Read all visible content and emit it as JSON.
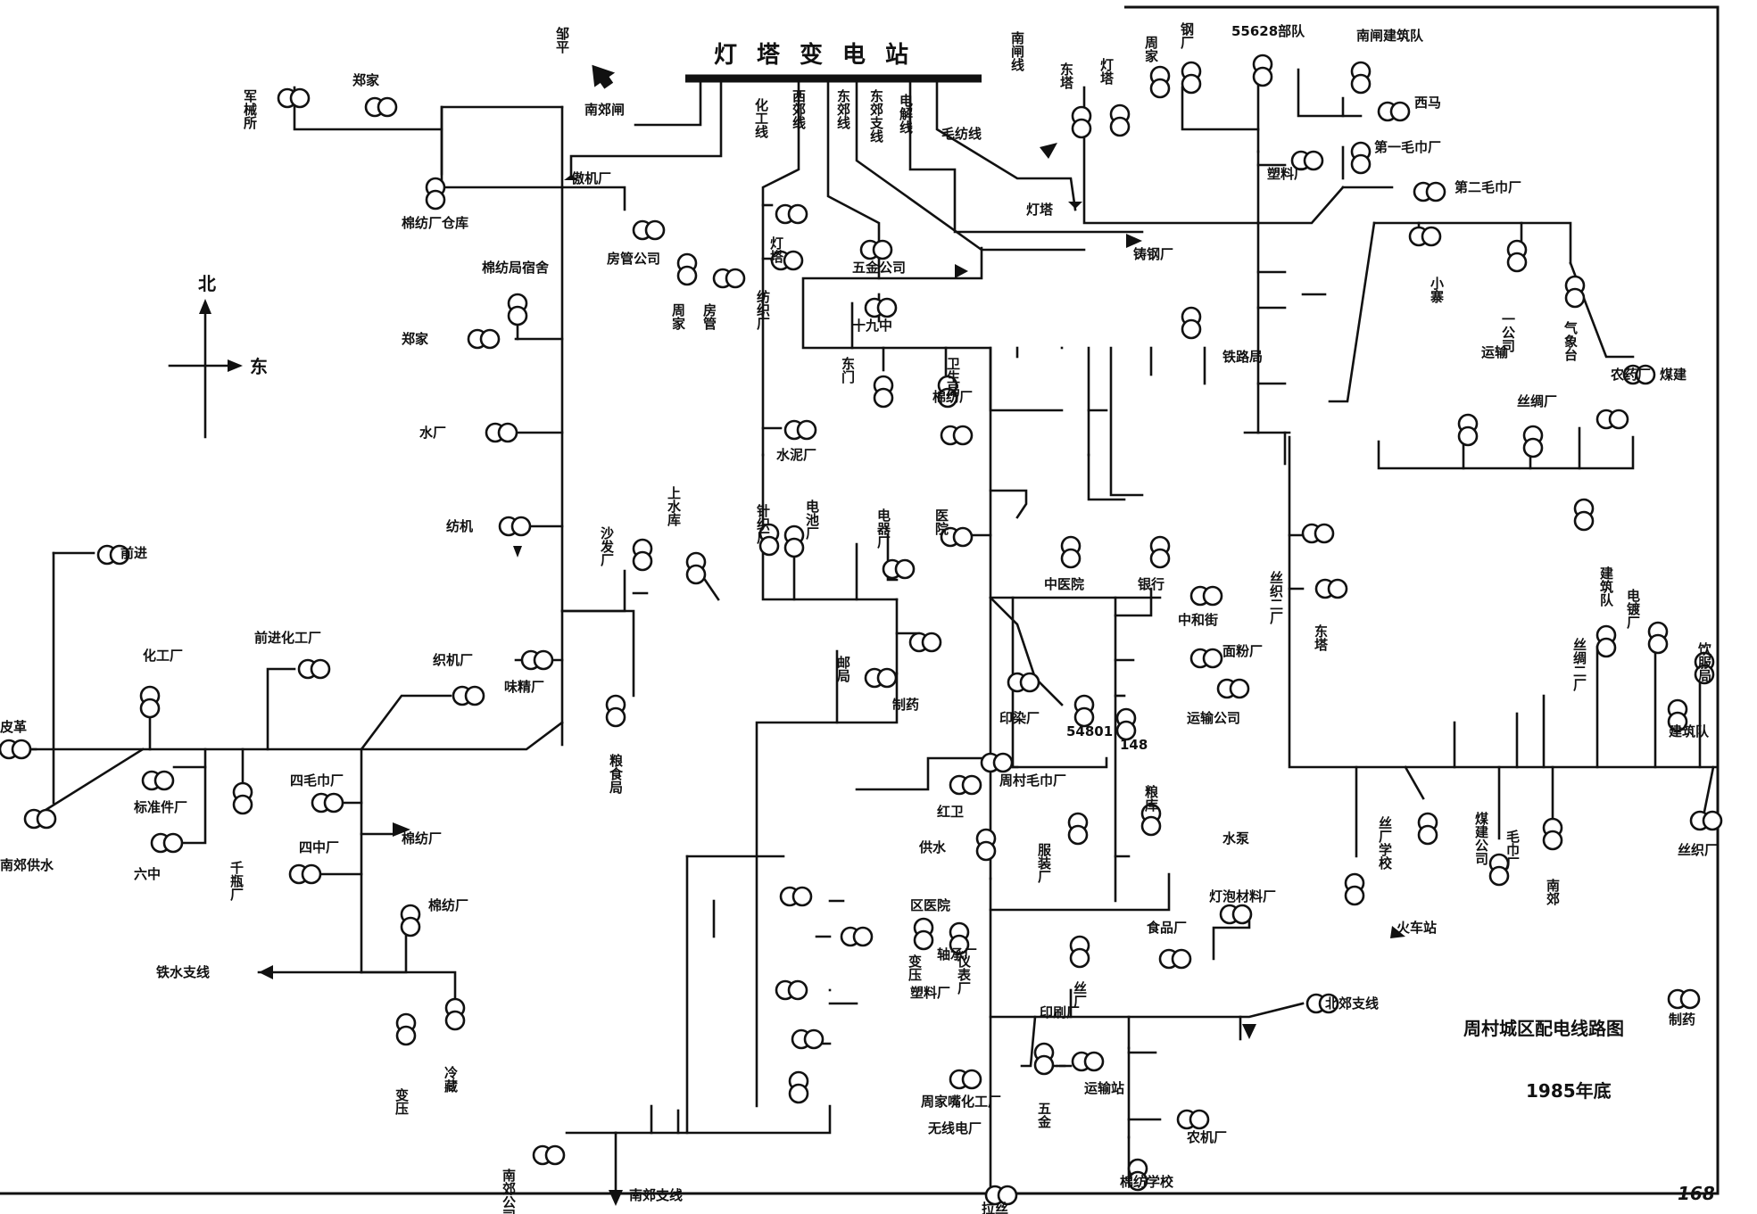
{
  "title": "周村城区配电线路图",
  "date": "1985年底",
  "page_number": "168",
  "compass": {
    "north": "北",
    "east": "东"
  },
  "substation": "灯塔变电站",
  "colors": {
    "ink": "#111111",
    "paper": "#ffffff"
  },
  "icons": {
    "transformer": "double-circle-transformer-icon",
    "direction": "arrow-icon"
  },
  "feeders": [
    {
      "id": "f1",
      "label": "化工线"
    },
    {
      "id": "f2",
      "label": "西郊线"
    },
    {
      "id": "f3",
      "label": "东郊线"
    },
    {
      "id": "f4",
      "label": "东郊支线"
    },
    {
      "id": "f5",
      "label": "电解线"
    },
    {
      "id": "f6",
      "label": "毛纺线"
    },
    {
      "id": "f7",
      "label": "南闸线"
    }
  ],
  "outgoing_labels": [
    {
      "id": "o1",
      "label": "邹平"
    },
    {
      "id": "o2",
      "label": "南郊闸"
    },
    {
      "id": "o3",
      "label": "傲机厂"
    },
    {
      "id": "o4",
      "label": "铸钢厂"
    },
    {
      "id": "o5",
      "label": "棉纺厂"
    },
    {
      "id": "o6",
      "label": "铁水支线"
    },
    {
      "id": "o7",
      "label": "南郊支线"
    },
    {
      "id": "o8",
      "label": "水泵"
    },
    {
      "id": "o9",
      "label": "灯塔"
    },
    {
      "id": "o10",
      "label": "火车站"
    }
  ],
  "stations": [
    {
      "id": "s1",
      "label": "军械所"
    },
    {
      "id": "s2",
      "label": "郑家"
    },
    {
      "id": "s3",
      "label": "棉纺厂仓库"
    },
    {
      "id": "s4",
      "label": "棉纺局宿舍"
    },
    {
      "id": "s5",
      "label": "郑家"
    },
    {
      "id": "s6",
      "label": "水厂"
    },
    {
      "id": "s7",
      "label": "纺机"
    },
    {
      "id": "s8",
      "label": "前进"
    },
    {
      "id": "s9",
      "label": "化工厂"
    },
    {
      "id": "s10",
      "label": "前进化工厂"
    },
    {
      "id": "s11",
      "label": "织机厂"
    },
    {
      "id": "s12",
      "label": "味精厂"
    },
    {
      "id": "s13",
      "label": "皮革"
    },
    {
      "id": "s14",
      "label": "南郊供水"
    },
    {
      "id": "s15",
      "label": "标准件厂"
    },
    {
      "id": "s16",
      "label": "六中"
    },
    {
      "id": "s17",
      "label": "千瓶厂"
    },
    {
      "id": "s18",
      "label": "四毛巾厂"
    },
    {
      "id": "s19",
      "label": "四中厂"
    },
    {
      "id": "s20",
      "label": "棉纺厂"
    },
    {
      "id": "s21",
      "label": "变压"
    },
    {
      "id": "s22",
      "label": "冷藏"
    },
    {
      "id": "s23",
      "label": "沙发厂"
    },
    {
      "id": "s24",
      "label": "粮食局"
    },
    {
      "id": "s25",
      "label": "房管公司"
    },
    {
      "id": "s26",
      "label": "周家"
    },
    {
      "id": "s27",
      "label": "房管"
    },
    {
      "id": "s28",
      "label": "灯塔"
    },
    {
      "id": "s29",
      "label": "纺织厂"
    },
    {
      "id": "s30",
      "label": "水泥厂"
    },
    {
      "id": "s31",
      "label": "上水库"
    },
    {
      "id": "s32",
      "label": "针织厂"
    },
    {
      "id": "s33",
      "label": "电池厂"
    },
    {
      "id": "s34",
      "label": "电器厂"
    },
    {
      "id": "s35",
      "label": "邮局"
    },
    {
      "id": "s36",
      "label": "制药"
    },
    {
      "id": "s37",
      "label": "卫生局"
    },
    {
      "id": "s38",
      "label": "五金公司"
    },
    {
      "id": "s39",
      "label": "十九中"
    },
    {
      "id": "s40",
      "label": "东门"
    },
    {
      "id": "s41",
      "label": "医院"
    },
    {
      "id": "s42",
      "label": "棉纺厂"
    },
    {
      "id": "s43",
      "label": "印染厂"
    },
    {
      "id": "s44",
      "label": "54801"
    },
    {
      "id": "s45",
      "label": "148"
    },
    {
      "id": "s46",
      "label": "中医院"
    },
    {
      "id": "s47",
      "label": "银行"
    },
    {
      "id": "s48",
      "label": "中和街"
    },
    {
      "id": "s49",
      "label": "面粉厂"
    },
    {
      "id": "s50",
      "label": "运输公司"
    },
    {
      "id": "s51",
      "label": "周村毛巾厂"
    },
    {
      "id": "s52",
      "label": "红卫"
    },
    {
      "id": "s53",
      "label": "供水"
    },
    {
      "id": "s54",
      "label": "粮库"
    },
    {
      "id": "s55",
      "label": "服装厂"
    },
    {
      "id": "s56",
      "label": "区医院"
    },
    {
      "id": "s57",
      "label": "轴承厂"
    },
    {
      "id": "s58",
      "label": "塑料厂"
    },
    {
      "id": "s59",
      "label": "印刷厂"
    },
    {
      "id": "s60",
      "label": "无线电厂"
    },
    {
      "id": "s61",
      "label": "变压"
    },
    {
      "id": "s62",
      "label": "周家嘴化工厂"
    },
    {
      "id": "s63",
      "label": "仪表厂"
    },
    {
      "id": "s64",
      "label": "食品厂"
    },
    {
      "id": "s65",
      "label": "灯泡材料厂"
    },
    {
      "id": "s66",
      "label": "丝厂"
    },
    {
      "id": "s67",
      "label": "运输站"
    },
    {
      "id": "s68",
      "label": "五金"
    },
    {
      "id": "s69",
      "label": "棉纺学校"
    },
    {
      "id": "s70",
      "label": "农机厂"
    },
    {
      "id": "s71",
      "label": "拉丝"
    },
    {
      "id": "s72",
      "label": "南郊公司"
    },
    {
      "id": "s73",
      "label": "北郊支线"
    },
    {
      "id": "s74",
      "label": "55628部队"
    },
    {
      "id": "s75",
      "label": "南闸建筑队"
    },
    {
      "id": "s76",
      "label": "西马"
    },
    {
      "id": "s77",
      "label": "第一毛巾厂"
    },
    {
      "id": "s78",
      "label": "第二毛巾厂"
    },
    {
      "id": "s79",
      "label": "塑料厂"
    },
    {
      "id": "s80",
      "label": "东塔"
    },
    {
      "id": "s81",
      "label": "灯塔"
    },
    {
      "id": "s82",
      "label": "周家"
    },
    {
      "id": "s83",
      "label": "钢厂"
    },
    {
      "id": "s84",
      "label": "铁路局"
    },
    {
      "id": "s85",
      "label": "小寨"
    },
    {
      "id": "s86",
      "label": "一公司"
    },
    {
      "id": "s87",
      "label": "气象台"
    },
    {
      "id": "s88",
      "label": "煤建"
    },
    {
      "id": "s89",
      "label": "运输"
    },
    {
      "id": "s90",
      "label": "丝绸厂"
    },
    {
      "id": "s91",
      "label": "农药厂"
    },
    {
      "id": "s92",
      "label": "建筑队"
    },
    {
      "id": "s93",
      "label": "丝绸二厂"
    },
    {
      "id": "s94",
      "label": "电镀厂"
    },
    {
      "id": "s95",
      "label": "饮服局"
    },
    {
      "id": "s96",
      "label": "建筑队"
    },
    {
      "id": "s97",
      "label": "丝厂学校"
    },
    {
      "id": "s98",
      "label": "煤建公司"
    },
    {
      "id": "s99",
      "label": "毛巾厂"
    },
    {
      "id": "s100",
      "label": "南郊"
    },
    {
      "id": "s101",
      "label": "丝织厂"
    },
    {
      "id": "s102",
      "label": "丝织二厂"
    },
    {
      "id": "s103",
      "label": "东塔"
    },
    {
      "id": "s104",
      "label": "制药"
    }
  ]
}
